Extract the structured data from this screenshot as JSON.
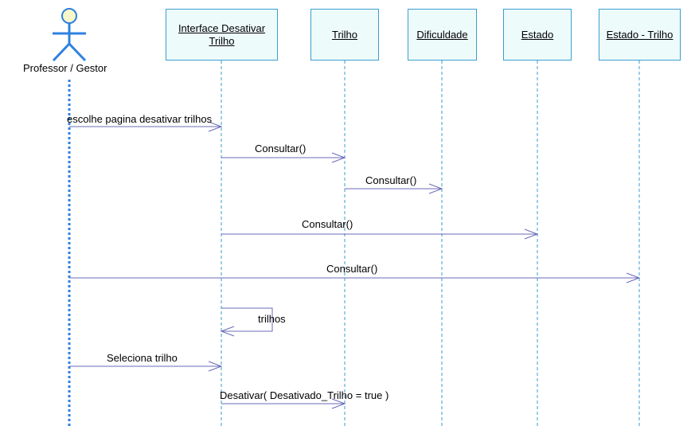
{
  "actor": {
    "label": "Professor / Gestor",
    "icon": "stick-figure-actor-icon"
  },
  "lifelines": [
    {
      "id": "interface",
      "label": "Interface Desativar  Trilho"
    },
    {
      "id": "trilho",
      "label": "Trilho"
    },
    {
      "id": "dificuldade",
      "label": "Dificuldade"
    },
    {
      "id": "estado",
      "label": "Estado"
    },
    {
      "id": "estado_trilho",
      "label": "Estado - Trilho"
    }
  ],
  "messages": [
    {
      "from": "actor",
      "to": "interface",
      "label": "escolhe pagina desativar trilhos"
    },
    {
      "from": "interface",
      "to": "trilho",
      "label": "Consultar()"
    },
    {
      "from": "trilho",
      "to": "dificuldade",
      "label": "Consultar()"
    },
    {
      "from": "interface",
      "to": "estado",
      "label": "Consultar()"
    },
    {
      "from": "actor",
      "to": "estado_trilho",
      "label": "Consultar()"
    },
    {
      "from": "interface",
      "to": "interface",
      "label": "trilhos",
      "self": true
    },
    {
      "from": "actor",
      "to": "interface",
      "label": "Seleciona trilho"
    },
    {
      "from": "interface",
      "to": "trilho",
      "label": "Desativar( Desativado_Trilho = true )"
    }
  ],
  "colors": {
    "box_fill": "#eefbfb",
    "box_border": "#3a9ed0",
    "lifeline": "#3a9ed0",
    "arrow": "#6b6bb8",
    "actor": "#2f80e0",
    "actor_head": "#f7f7c8"
  }
}
